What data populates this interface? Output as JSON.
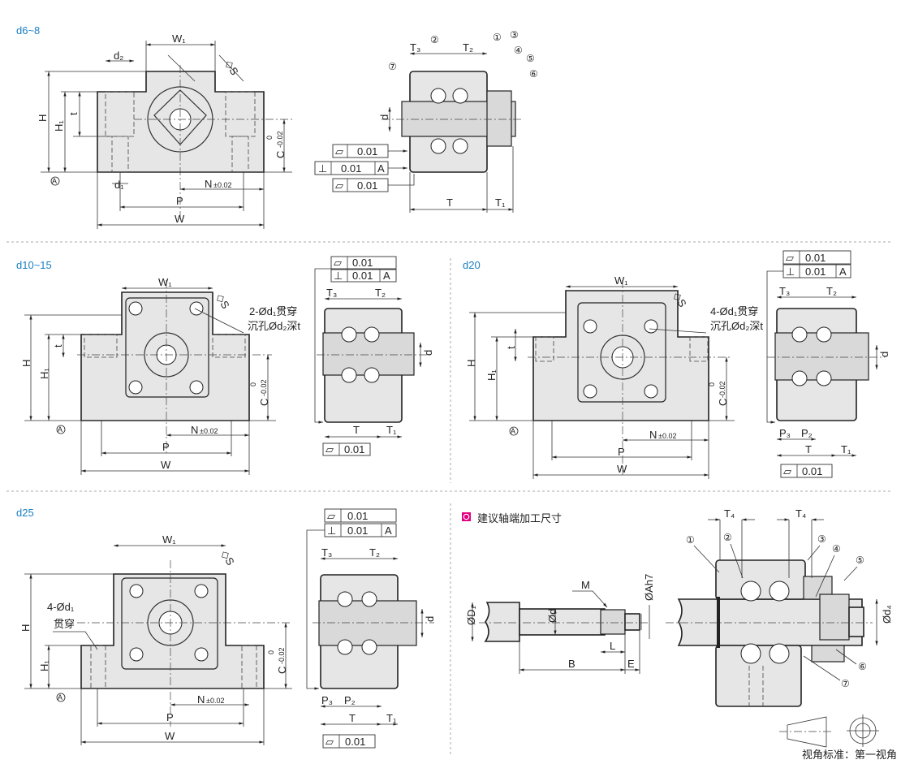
{
  "sections": [
    {
      "title": "d6~8",
      "front": {
        "W1": "W₁",
        "d2": "d₂",
        "S": "◇S",
        "H": "H",
        "H1": "H₁",
        "t": "t",
        "C": "C",
        "C_tol_upper": "0",
        "C_tol_lower": "-0.02",
        "d1": "d₁",
        "N": "N",
        "N_tol": "±0.02",
        "P": "P",
        "W": "W",
        "datum": "A"
      },
      "side": {
        "T3": "T₃",
        "T2": "T₂",
        "T": "T",
        "T1": "T₁",
        "d": "d",
        "parts": [
          "①",
          "②",
          "③",
          "④",
          "⑤",
          "⑥",
          "⑦"
        ],
        "fcf": [
          {
            "symbol": "▱",
            "value": "0.01",
            "datum": ""
          },
          {
            "symbol": "⊥",
            "value": "0.01",
            "datum": "A"
          },
          {
            "symbol": "▱",
            "value": "0.01",
            "datum": ""
          }
        ]
      }
    },
    {
      "title": "d10~15",
      "front": {
        "W1": "W₁",
        "S": "◇S",
        "H": "H",
        "H1": "H₁",
        "t": "t",
        "C": "C",
        "C_tol_upper": "0",
        "C_tol_lower": "-0.02",
        "N": "N",
        "N_tol": "±0.02",
        "P": "P",
        "W": "W",
        "datum": "A",
        "note1": "2-Ød₁贯穿",
        "note2": "沉孔Ød₂深t"
      },
      "side": {
        "T3": "T₃",
        "T2": "T₂",
        "T": "T",
        "T1": "T₁",
        "d": "d",
        "fcf": [
          {
            "symbol": "▱",
            "value": "0.01",
            "datum": ""
          },
          {
            "symbol": "⊥",
            "value": "0.01",
            "datum": "A"
          },
          {
            "symbol": "▱",
            "value": "0.01",
            "datum": ""
          }
        ]
      }
    },
    {
      "title": "d20",
      "front": {
        "W1": "W₁",
        "S": "◇S",
        "H": "H",
        "H1": "H₁",
        "t": "t",
        "C": "C",
        "C_tol_upper": "0",
        "C_tol_lower": "-0.02",
        "N": "N",
        "N_tol": "±0.02",
        "P": "P",
        "W": "W",
        "datum": "A",
        "note1": "4-Ød₁贯穿",
        "note2": "沉孔Ød₂深t"
      },
      "side": {
        "T3": "T₃",
        "T2": "T₂",
        "P3": "P₃",
        "P2": "P₂",
        "T": "T",
        "T1": "T₁",
        "d": "d",
        "fcf": [
          {
            "symbol": "▱",
            "value": "0.01",
            "datum": ""
          },
          {
            "symbol": "⊥",
            "value": "0.01",
            "datum": "A"
          },
          {
            "symbol": "▱",
            "value": "0.01",
            "datum": ""
          }
        ]
      }
    },
    {
      "title": "d25",
      "front": {
        "W1": "W₁",
        "S": "◇S",
        "H": "H",
        "H1": "H₁",
        "C": "C",
        "C_tol_upper": "0",
        "C_tol_lower": "-0.02",
        "N": "N",
        "N_tol": "±0.02",
        "P": "P",
        "W": "W",
        "datum": "A",
        "note1": "4-Ød₁",
        "note2": "贯穿"
      },
      "side": {
        "T3": "T₃",
        "T2": "T₂",
        "P3": "P₃",
        "P2": "P₂",
        "T": "T",
        "T1": "T₁",
        "d": "d",
        "fcf": [
          {
            "symbol": "▱",
            "value": "0.01",
            "datum": ""
          },
          {
            "symbol": "⊥",
            "value": "0.01",
            "datum": "A"
          },
          {
            "symbol": "▱",
            "value": "0.01",
            "datum": ""
          }
        ]
      }
    }
  ],
  "shaft": {
    "title": "建议轴端加工尺寸",
    "accent": "#e4007f",
    "M": "M",
    "d": "Ød",
    "D1": "ØD₁",
    "A": "ØAh7",
    "L": "L",
    "B": "B",
    "E": "E"
  },
  "assembly": {
    "T4a": "T₄",
    "T4b": "T₄",
    "d4": "Ød₄",
    "parts": [
      "①",
      "②",
      "③",
      "④",
      "⑤",
      "⑥",
      "⑦"
    ]
  },
  "projection": {
    "label": "视角标准：第一视角"
  }
}
